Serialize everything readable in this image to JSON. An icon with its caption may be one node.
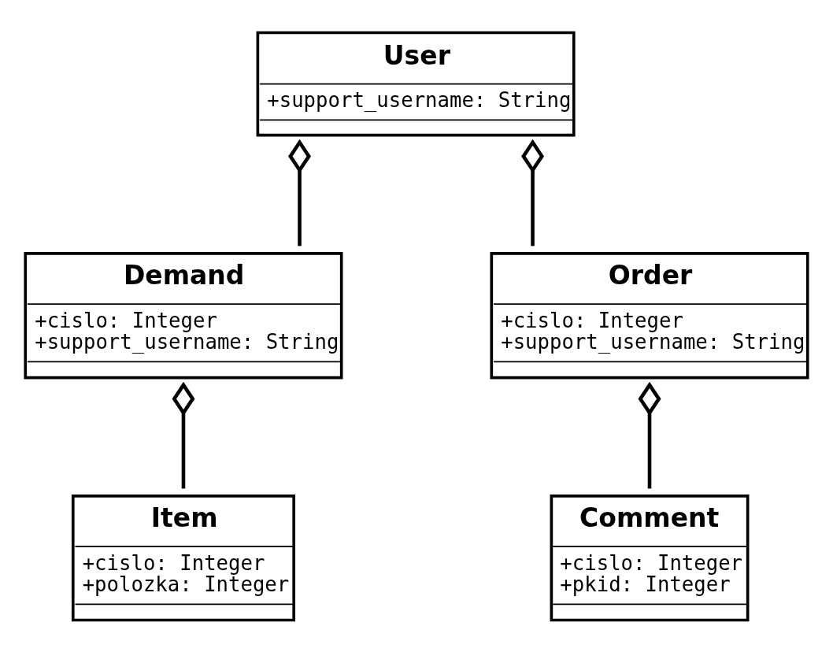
{
  "diagram": {
    "nodes": [
      {
        "text": [
          "User",
          "+support_username: String"
        ]
      },
      {
        "text": [
          "Demand",
          "+cislo: Integer",
          "+support_username: String"
        ]
      },
      {
        "text": [
          "Order",
          "+cislo: Integer",
          "+support_username: String"
        ]
      },
      {
        "text": [
          "Item",
          "+cislo: Integer",
          "+polozka: Integer"
        ]
      },
      {
        "text": [
          "Comment",
          "+cislo: Integer",
          "+pkid: Integer"
        ]
      }
    ],
    "edges": [
      {
        "from": 0,
        "to": 1,
        "arrow": "other"
      },
      {
        "from": 0,
        "to": 2,
        "arrow": "other"
      },
      {
        "from": 1,
        "to": 3,
        "arrow": "other"
      },
      {
        "from": 2,
        "to": 4,
        "arrow": "other"
      }
    ]
  }
}
